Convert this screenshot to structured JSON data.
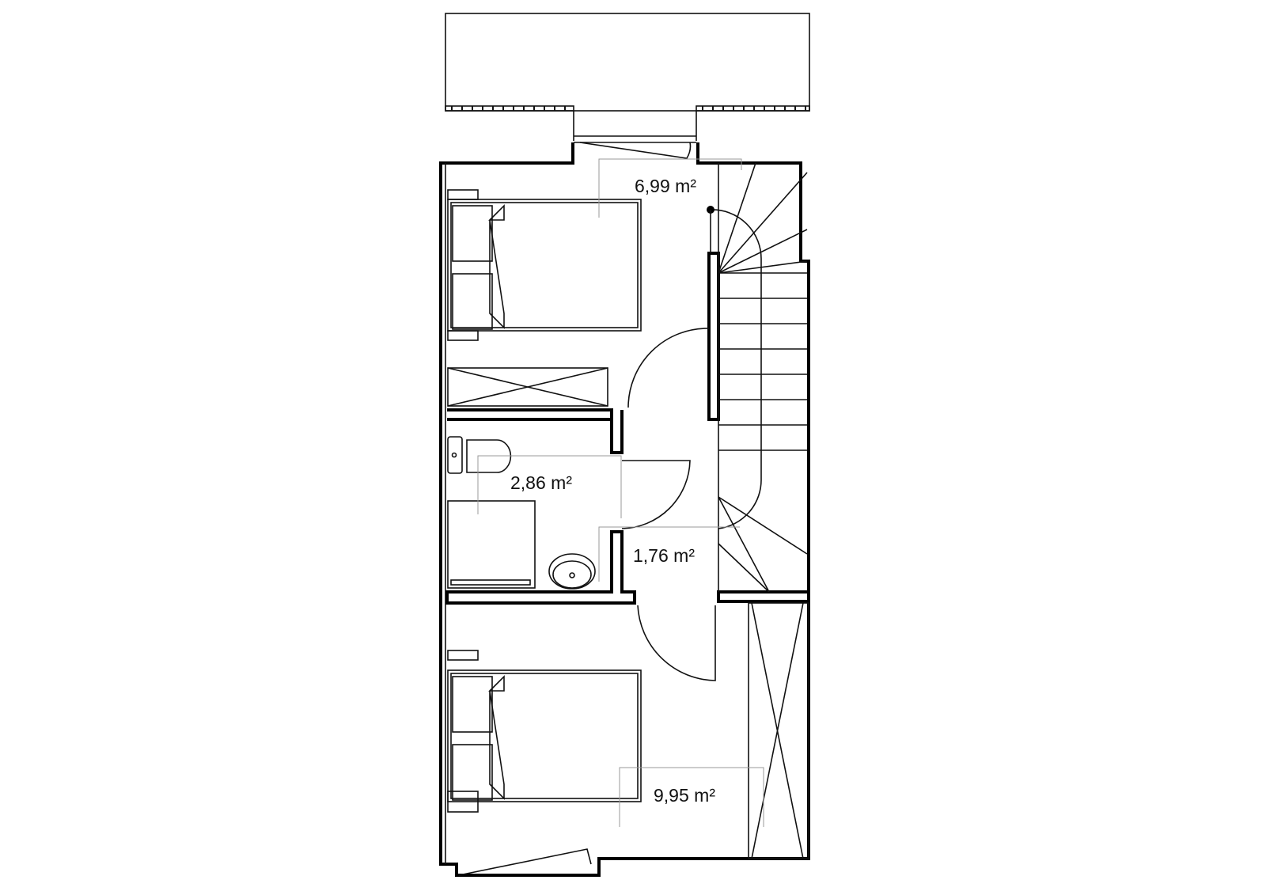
{
  "plan": {
    "rooms": [
      {
        "id": "bedroom-1",
        "area": "6,99 m²"
      },
      {
        "id": "bathroom",
        "area": "2,86 m²"
      },
      {
        "id": "hallway",
        "area": "1,76 m²"
      },
      {
        "id": "bedroom-2",
        "area": "9,95 m²"
      }
    ],
    "colors": {
      "walls": "#000000",
      "furniture": "#111111",
      "guides": "#999999",
      "railing_accent": "#e05050"
    }
  }
}
